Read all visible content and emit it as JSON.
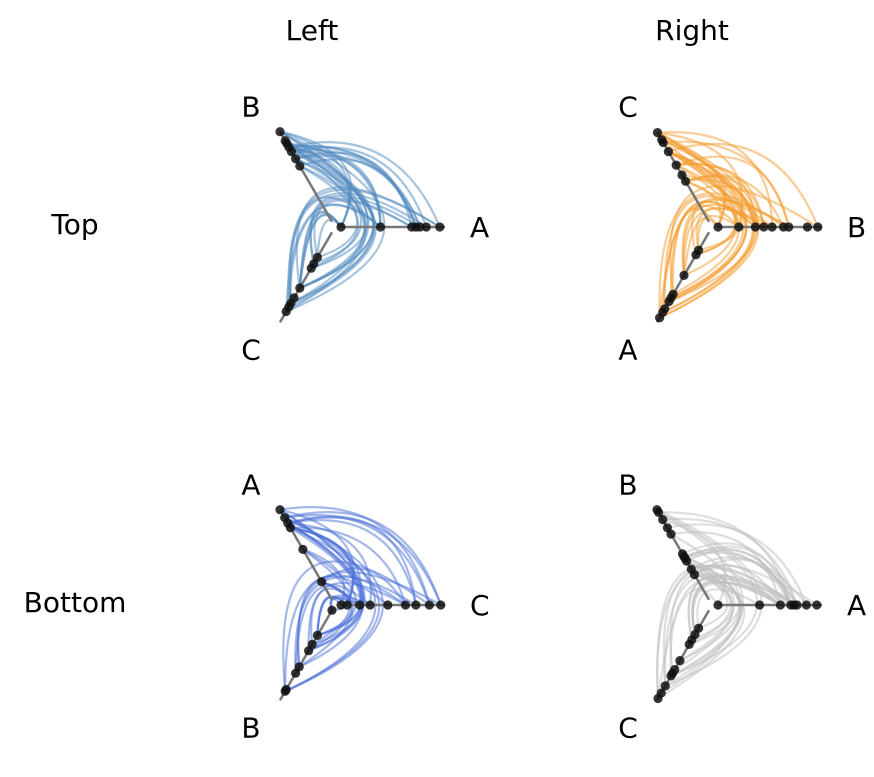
{
  "column_titles": [
    "Left",
    "Right"
  ],
  "row_titles": [
    "Top",
    "Bottom"
  ],
  "panels": [
    {
      "row": "Top",
      "column": "Left",
      "edge_color": "#4f8ac0",
      "axes": [
        {
          "label": "A",
          "nodes": [
            0.0,
            0.38,
            0.68,
            0.72,
            0.76,
            0.82,
            0.95
          ]
        },
        {
          "label": "B",
          "nodes": [
            0.62,
            0.7,
            0.78,
            0.83,
            0.87,
            0.9,
            1.0
          ]
        },
        {
          "label": "C",
          "nodes": [
            0.28,
            0.35,
            0.4,
            0.62,
            0.73,
            0.79,
            0.83,
            0.88
          ]
        }
      ]
    },
    {
      "row": "Top",
      "column": "Right",
      "edge_color": "#f39c2b",
      "axes": [
        {
          "label": "B",
          "nodes": [
            0.0,
            0.2,
            0.36,
            0.44,
            0.52,
            0.63,
            0.68,
            0.86,
            0.96
          ]
        },
        {
          "label": "C",
          "nodes": [
            0.45,
            0.52,
            0.63,
            0.78,
            0.88,
            0.91,
            0.99
          ]
        },
        {
          "label": "A",
          "nodes": [
            0.2,
            0.25,
            0.48,
            0.69,
            0.73,
            0.77,
            0.85,
            0.89,
            0.95
          ]
        }
      ]
    },
    {
      "row": "Bottom",
      "column": "Left",
      "edge_color": "#4a6fd8",
      "axes": [
        {
          "label": "C",
          "nodes": [
            0.0,
            0.06,
            0.18,
            0.28,
            0.45,
            0.62,
            0.72,
            0.85,
            0.96
          ]
        },
        {
          "label": "A",
          "nodes": [
            0.2,
            0.56,
            0.8,
            0.85,
            0.91,
            1.0
          ]
        },
        {
          "label": "B",
          "nodes": [
            0.0,
            0.28,
            0.38,
            0.45,
            0.63,
            0.7,
            0.88,
            0.9
          ]
        }
      ]
    },
    {
      "row": "Bottom",
      "column": "Right",
      "edge_color": "#bdbdbd",
      "axes": [
        {
          "label": "A",
          "nodes": [
            0.0,
            0.4,
            0.6,
            0.7,
            0.73,
            0.76,
            0.85,
            0.95
          ]
        },
        {
          "label": "B",
          "nodes": [
            0.28,
            0.34,
            0.43,
            0.46,
            0.48,
            0.51,
            0.73,
            0.8,
            0.89,
            0.97,
            1.0
          ]
        },
        {
          "label": "C",
          "nodes": [
            0.2,
            0.27,
            0.33,
            0.38,
            0.56,
            0.66,
            0.7,
            0.73,
            0.84,
            0.92,
            0.98
          ]
        }
      ]
    }
  ]
}
